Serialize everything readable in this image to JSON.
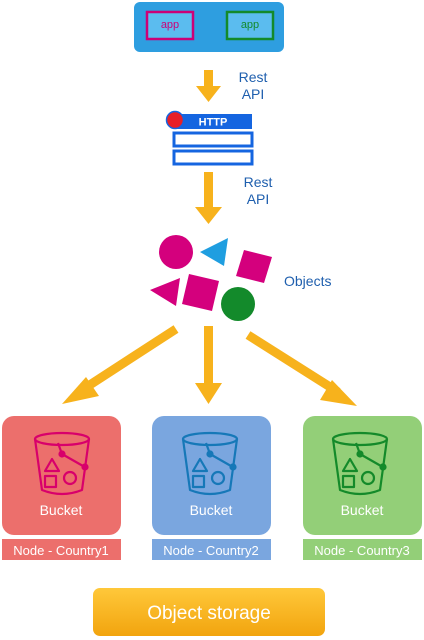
{
  "clients": {
    "apps": [
      {
        "label": "app",
        "color": "#cc0077"
      },
      {
        "label": "app",
        "color": "#138a2b"
      }
    ],
    "panel_color": "#2e9ee0"
  },
  "connections": {
    "top_label": [
      "Rest",
      "API"
    ],
    "bottom_label": [
      "Rest",
      "API"
    ]
  },
  "http": {
    "label": "HTTP",
    "color": "#1565e0"
  },
  "objects": {
    "label": "Objects"
  },
  "nodes": [
    {
      "bucket_label": "Bucket",
      "node_label": "Node - Country1",
      "color": "#ec6f6c",
      "icon_color": "#d8006b"
    },
    {
      "bucket_label": "Bucket",
      "node_label": "Node - Country2",
      "color": "#7aa6df",
      "icon_color": "#1678b8"
    },
    {
      "bucket_label": "Bucket",
      "node_label": "Node - Country3",
      "color": "#93cf78",
      "icon_color": "#148a2a"
    }
  ],
  "storage": {
    "label": "Object storage",
    "color": "#f9b31a"
  },
  "arrow_color": "#f7b21c"
}
